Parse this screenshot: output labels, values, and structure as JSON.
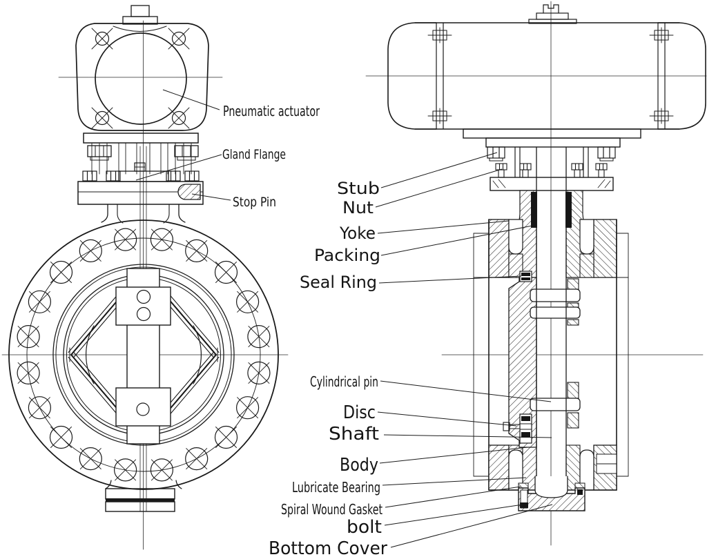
{
  "document": {
    "kind": "technical-drawing",
    "subject": "Butterfly valve with pneumatic actuator - front view and cross-section",
    "background_color": "#ffffff",
    "line_color": "#1a1a1a"
  },
  "labels": {
    "pneumatic_actuator": "Pneumatic actuator",
    "gland_flange": "Gland Flange",
    "stop_pin": "Stop Pin",
    "stub": "Stub",
    "nut": "Nut",
    "yoke": "Yoke",
    "packing": "Packing",
    "seal_ring": "Seal Ring",
    "cylindrical_pin": "Cylindrical pin",
    "disc": "Disc",
    "shaft": "Shaft",
    "body": "Body",
    "lubricate_bearing": "Lubricate Bearing",
    "spiral_wound_gasket": "Spiral Wound Gasket",
    "bolt": "bolt",
    "bottom_cover": "Bottom Cover"
  }
}
